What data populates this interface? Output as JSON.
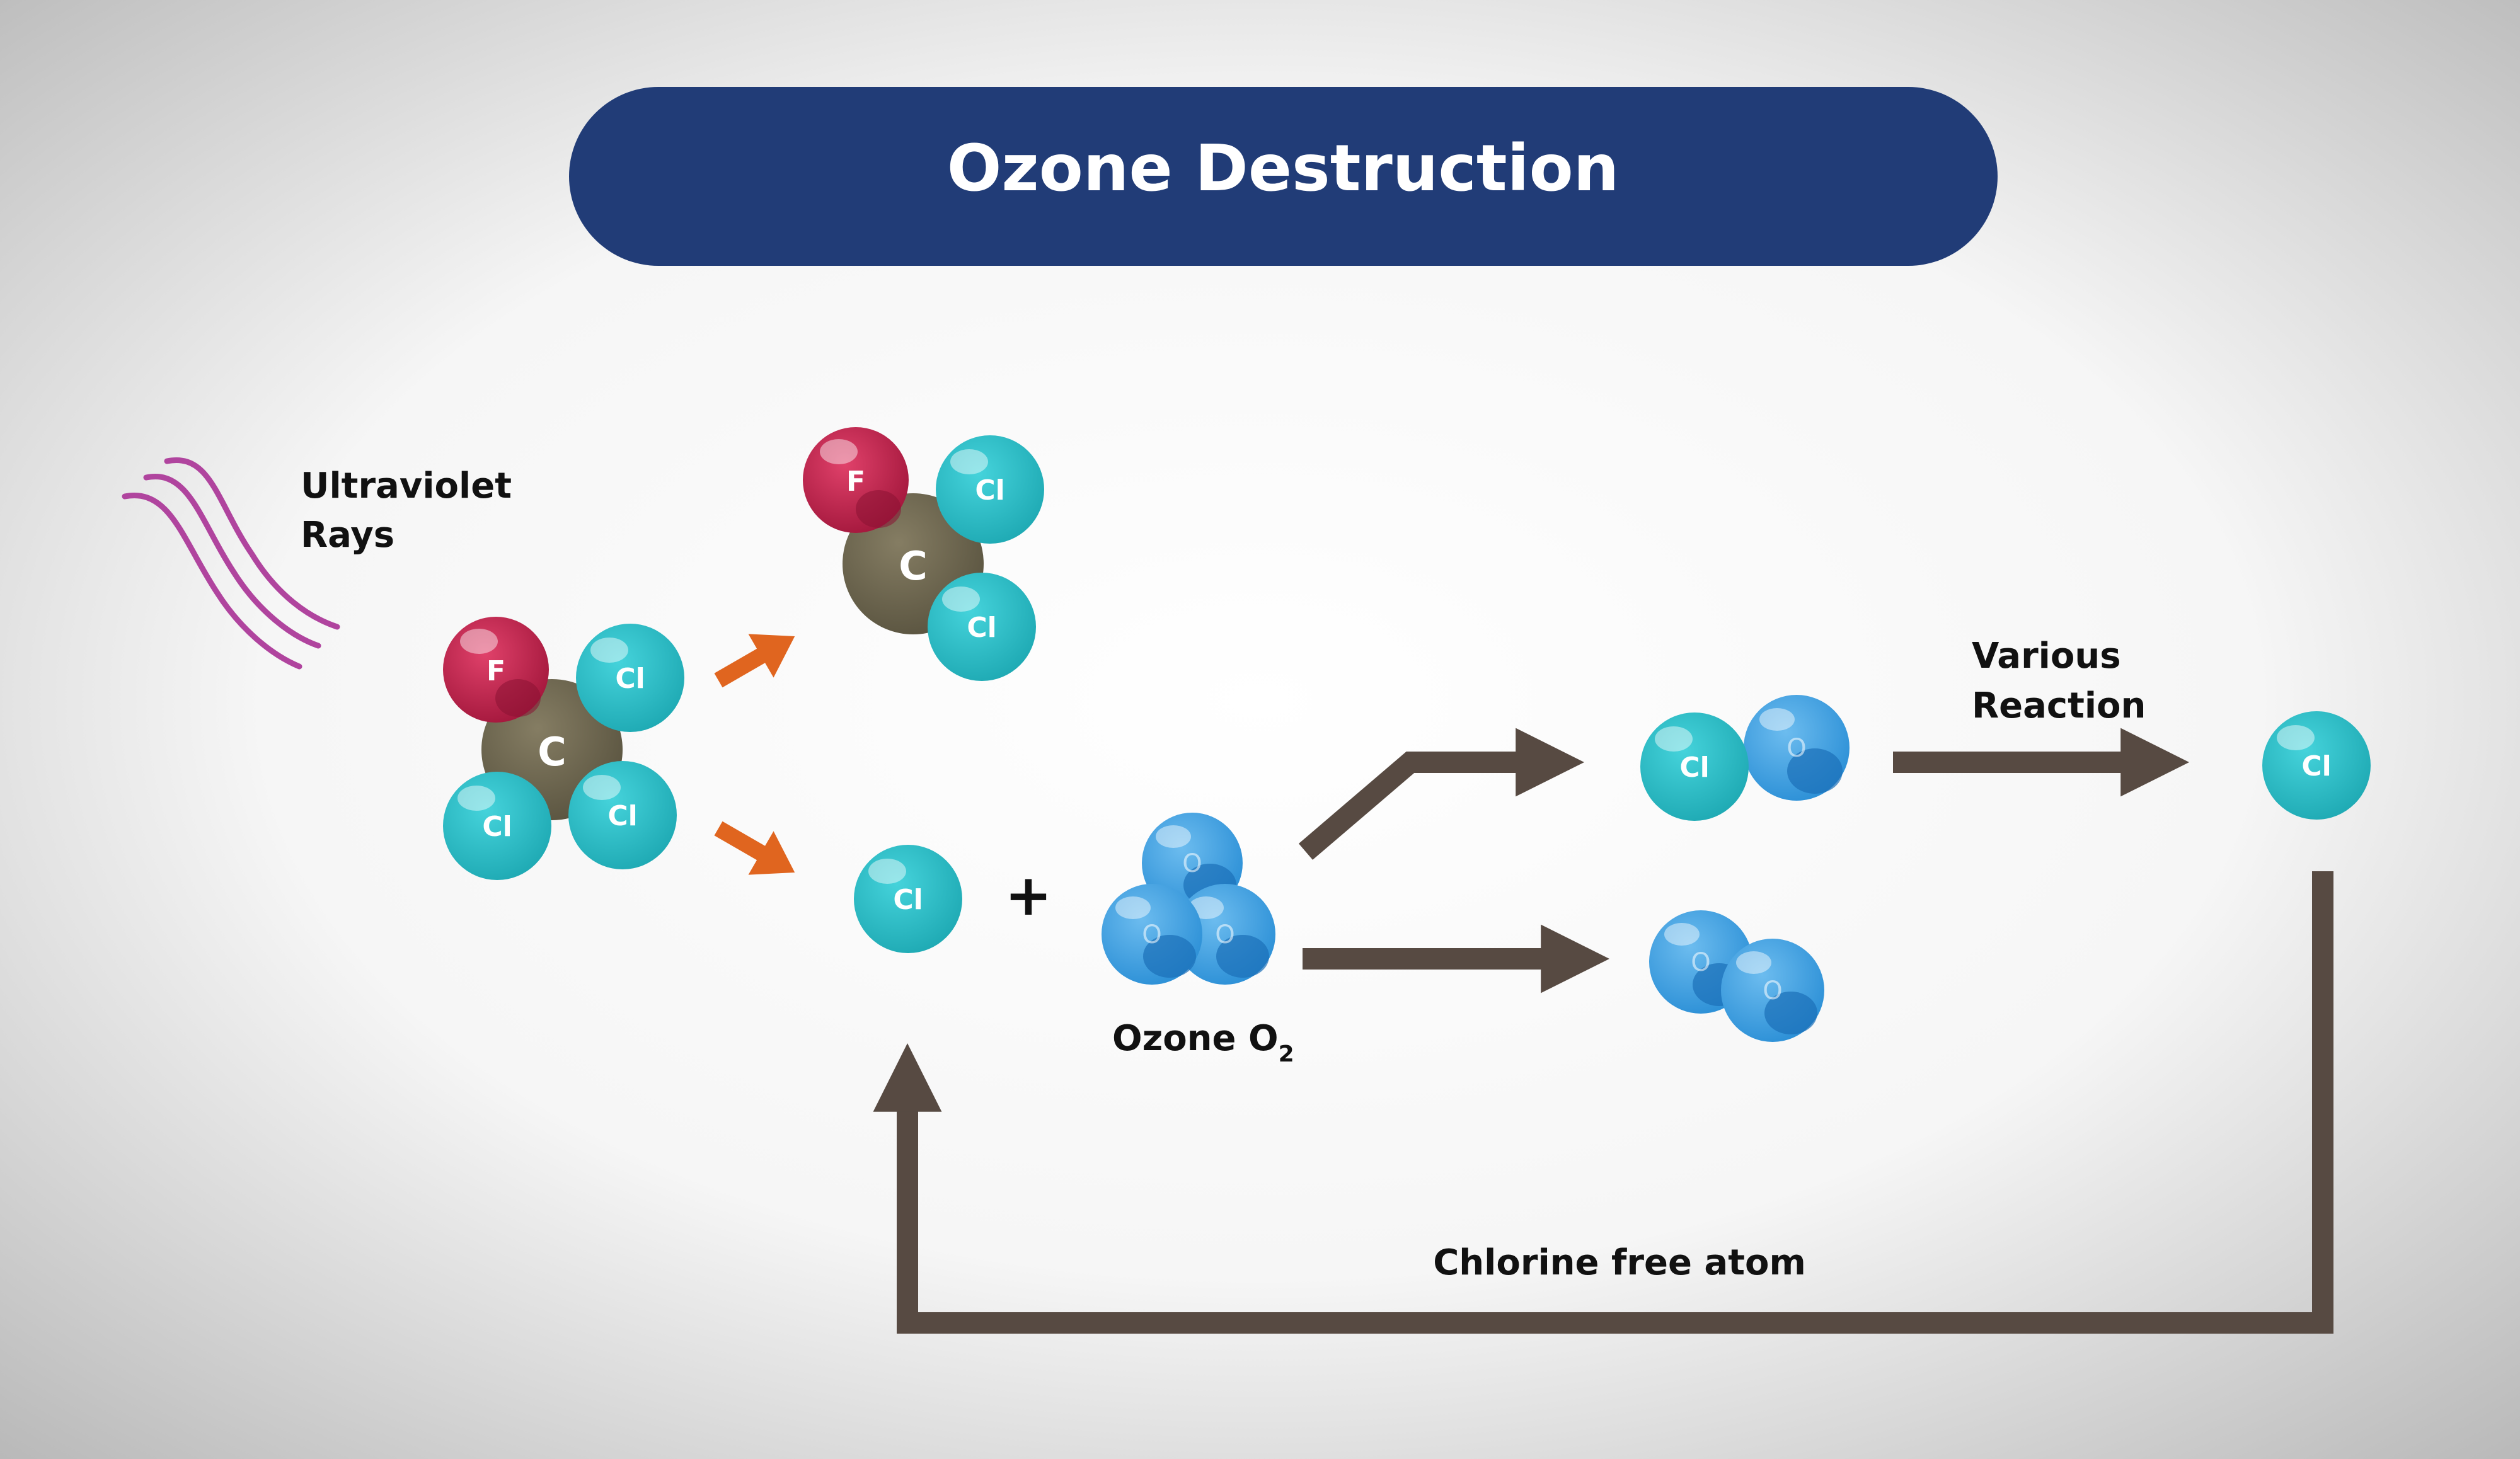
{
  "title": "Ozone Destruction",
  "labels": {
    "uv_line1": "Ultraviolet",
    "uv_line2": "Rays",
    "plus": "+",
    "ozone_main": "Ozone O",
    "ozone_sub": "2",
    "various_line1": "Various",
    "various_line2": "Reaction",
    "chlorine_free": "Chlorine free atom"
  },
  "atoms": {
    "F": "F",
    "C": "C",
    "Cl": "Cl",
    "O": "O"
  },
  "colors": {
    "background_center": "#ffffff",
    "background_edge": "#b9b9b9",
    "title_bar": "#213c77",
    "title_text": "#ffffff",
    "fluorine": "#c0274f",
    "carbon": "#6e6750",
    "chlorine": "#2fc3cc",
    "oxygen": "#3ea4e4",
    "orange_arrow": "#e0651f",
    "brown_arrow": "#574a42",
    "uv_rays": "#b0449e",
    "text": "#111111"
  }
}
